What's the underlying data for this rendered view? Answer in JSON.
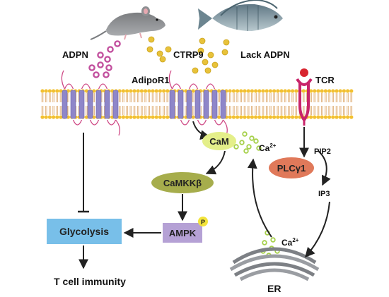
{
  "labels": {
    "adpn": "ADPN",
    "ctrp9": "CTRP9",
    "lack_adpn": "Lack ADPN",
    "adipor1": "AdipoR1",
    "tcr": "TCR",
    "pip2": "PIP2",
    "ip3": "IP3",
    "ca_upper": "Ca",
    "ca_upper_sup": "2+",
    "ca_lower": "Ca",
    "ca_lower_sup": "2+",
    "er": "ER",
    "t_cell_immunity": "T cell immunity",
    "p_badge": "P"
  },
  "nodes": {
    "cam": "CaM",
    "camkkb": "CaMKKβ",
    "plcg1": "PLCγ1",
    "ampk": "AMPK",
    "glycolysis": "Glycolysis"
  },
  "icons": {
    "mouse": "mouse-icon",
    "fish": "fish-icon"
  },
  "colors": {
    "adpn_dots": "#c2509e",
    "ctrp9_dots": "#e8c23a",
    "ca_dots": "#a6d04a",
    "receptor": "#8e86c9",
    "tcr": "#c8246a",
    "cam_fill": "#e4ef8a",
    "camkkb_fill": "#a6ad4c",
    "plcg1_fill": "#e0795a",
    "ampk_fill": "#b5a1d5",
    "glycolysis_fill": "#78bfe9"
  }
}
